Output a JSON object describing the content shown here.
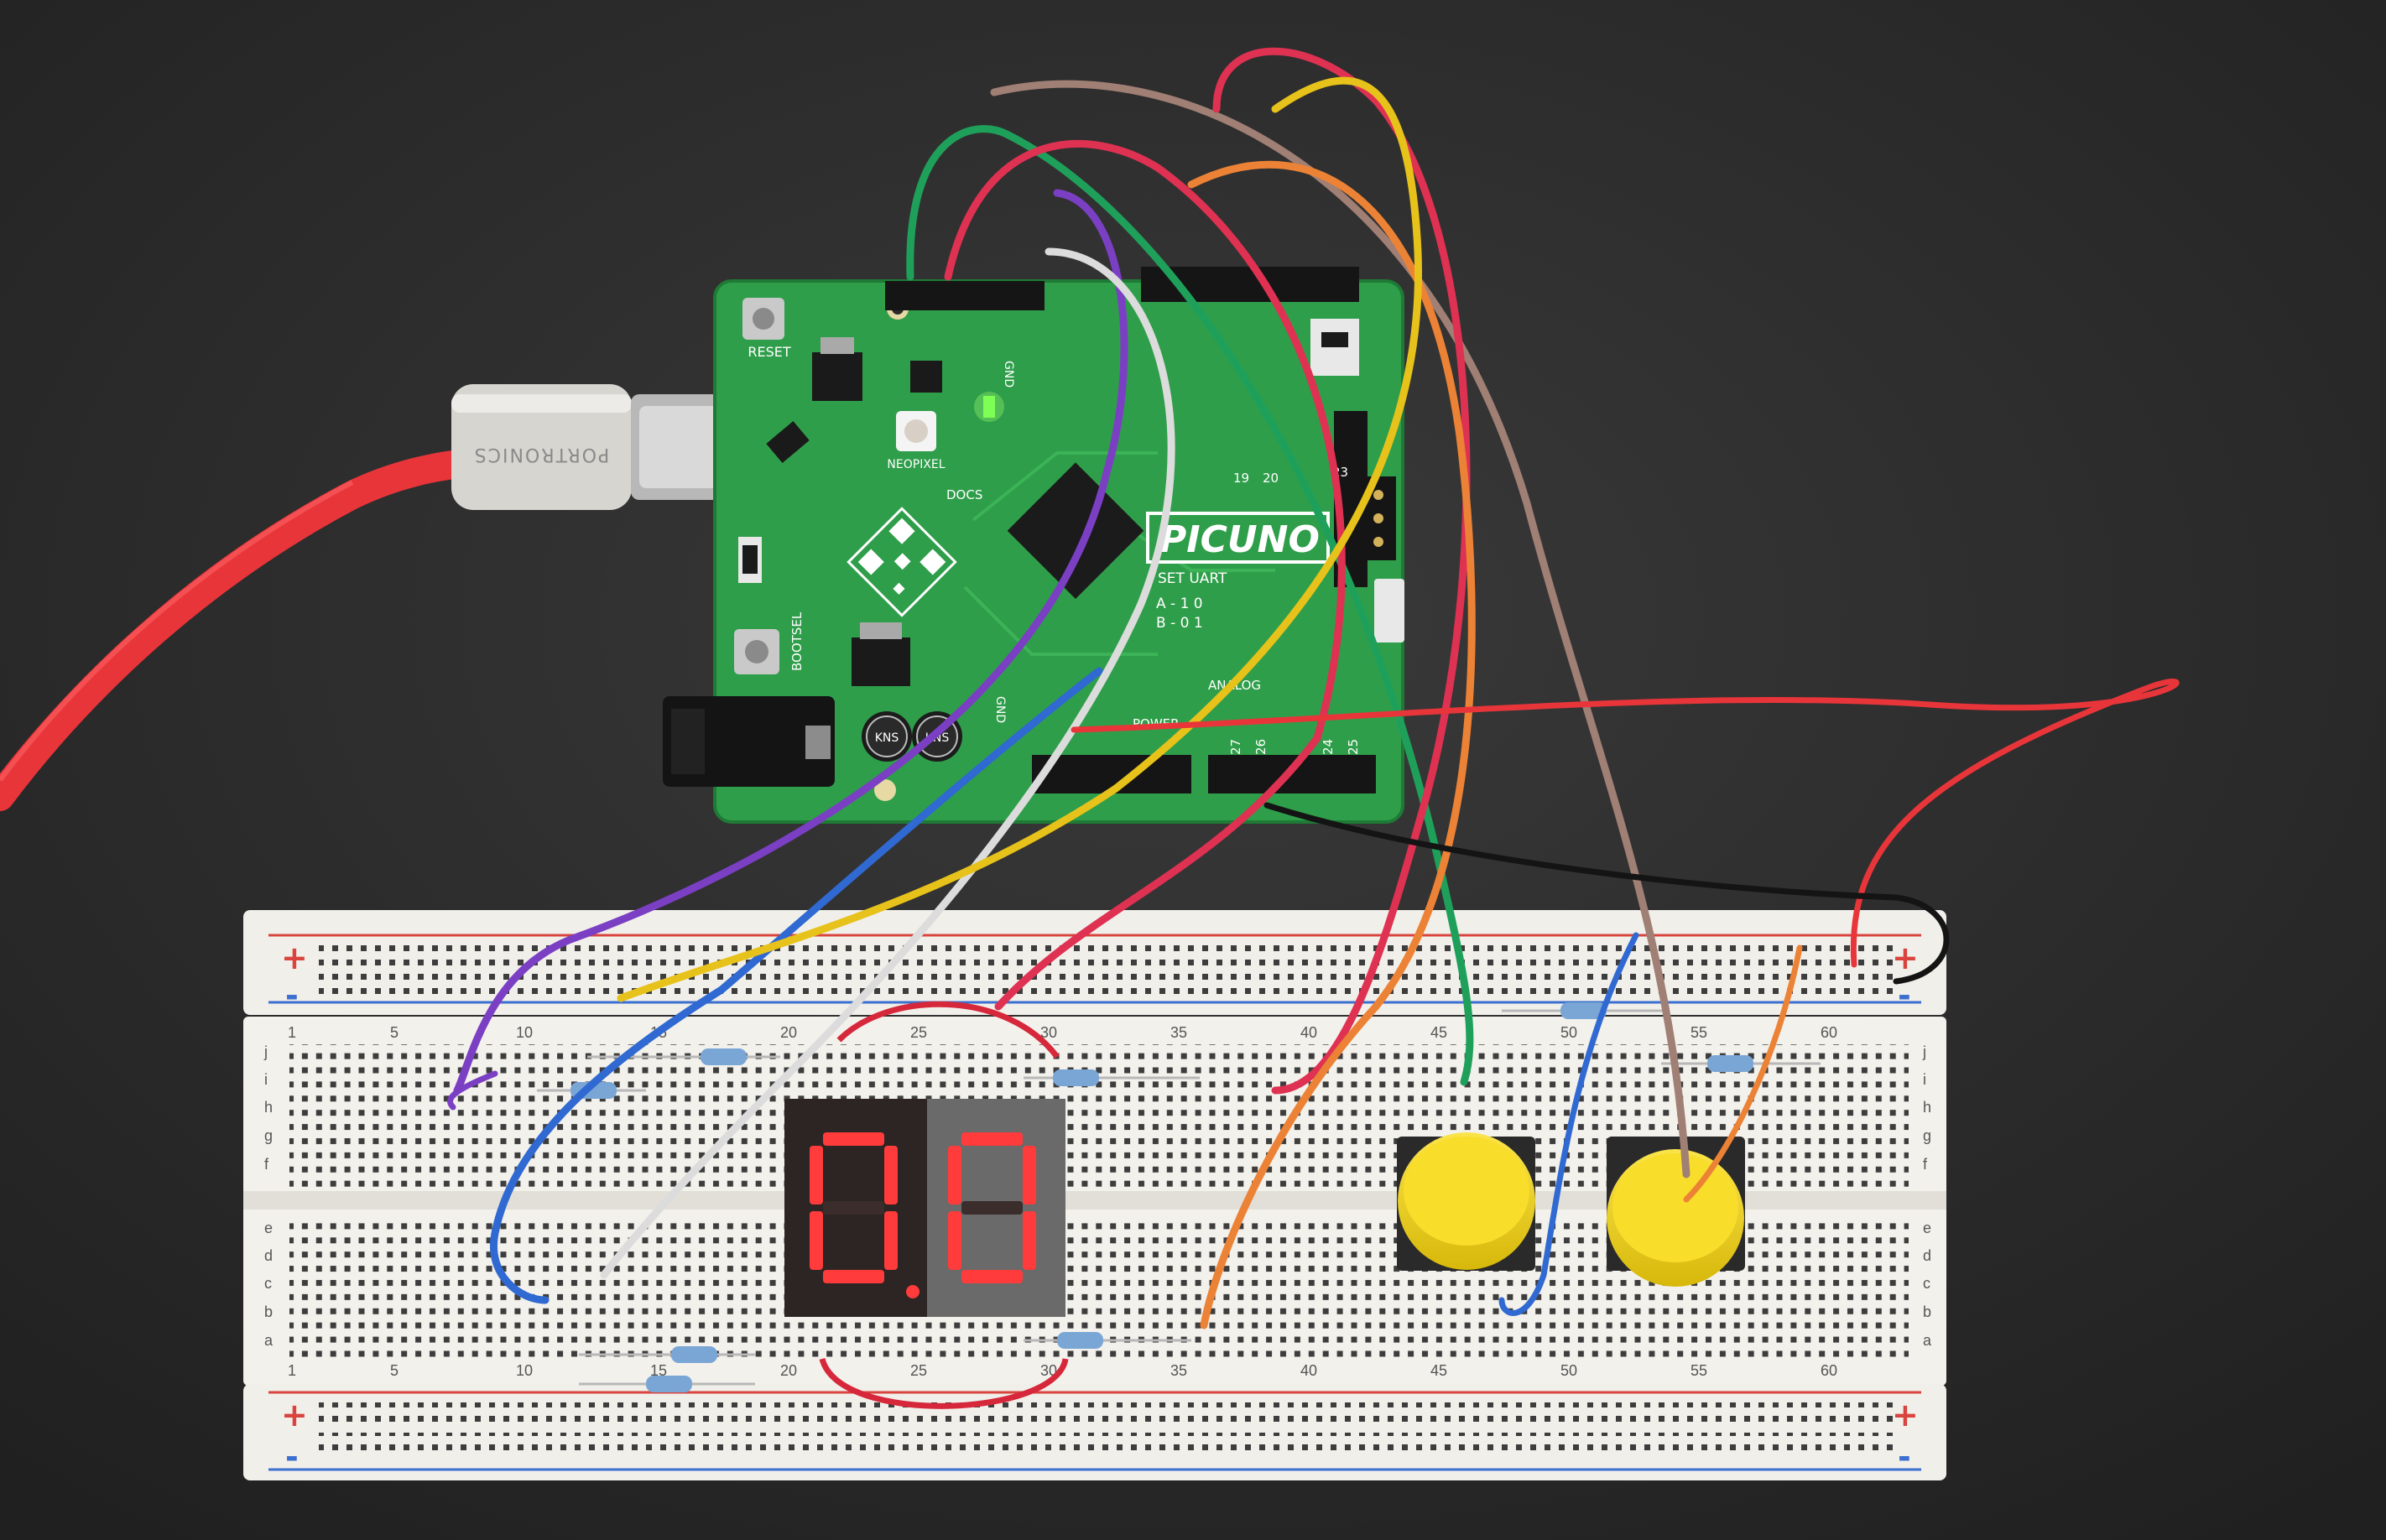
{
  "board": {
    "name": "PICUNO",
    "labels": {
      "reset": "RESET",
      "bootsel": "BOOTSEL",
      "neopixel": "NEOPIXEL",
      "docs": "DOCS",
      "gnd": "GND",
      "power": "POWER",
      "analog": "ANALOG",
      "uart": "SET UART",
      "uart_a": "A - 1 0",
      "uart_b": "B - 0 1",
      "pin_19": "19",
      "pin_20": "20",
      "pin_23": "23",
      "pin_27": "27",
      "pin_26": "26",
      "pin_24": "24",
      "pin_25": "25",
      "cap_label": "KNS"
    }
  },
  "cable": {
    "brand": "PORTRONICS"
  },
  "breadboard": {
    "top_row_letters": [
      "j",
      "i",
      "h",
      "g",
      "f"
    ],
    "bottom_row_letters": [
      "e",
      "d",
      "c",
      "b",
      "a"
    ],
    "column_numbers": [
      "1",
      "5",
      "10",
      "15",
      "20",
      "25",
      "30",
      "35",
      "40",
      "45",
      "50",
      "55",
      "60"
    ],
    "rail_plus": "+",
    "rail_minus": "-"
  },
  "display": {
    "digits": [
      "0",
      "0"
    ],
    "segment_color": "#ff3b3b"
  },
  "buttons": {
    "count": 2,
    "cap_color": "#f2d40c"
  },
  "colors": {
    "background": "#2a2a2a",
    "pcb": "#2f9e4a",
    "usb_cable": "#e8353a",
    "breadboard": "#f1efea",
    "rail_red": "#d9443f",
    "rail_blue": "#3b6fd0"
  }
}
